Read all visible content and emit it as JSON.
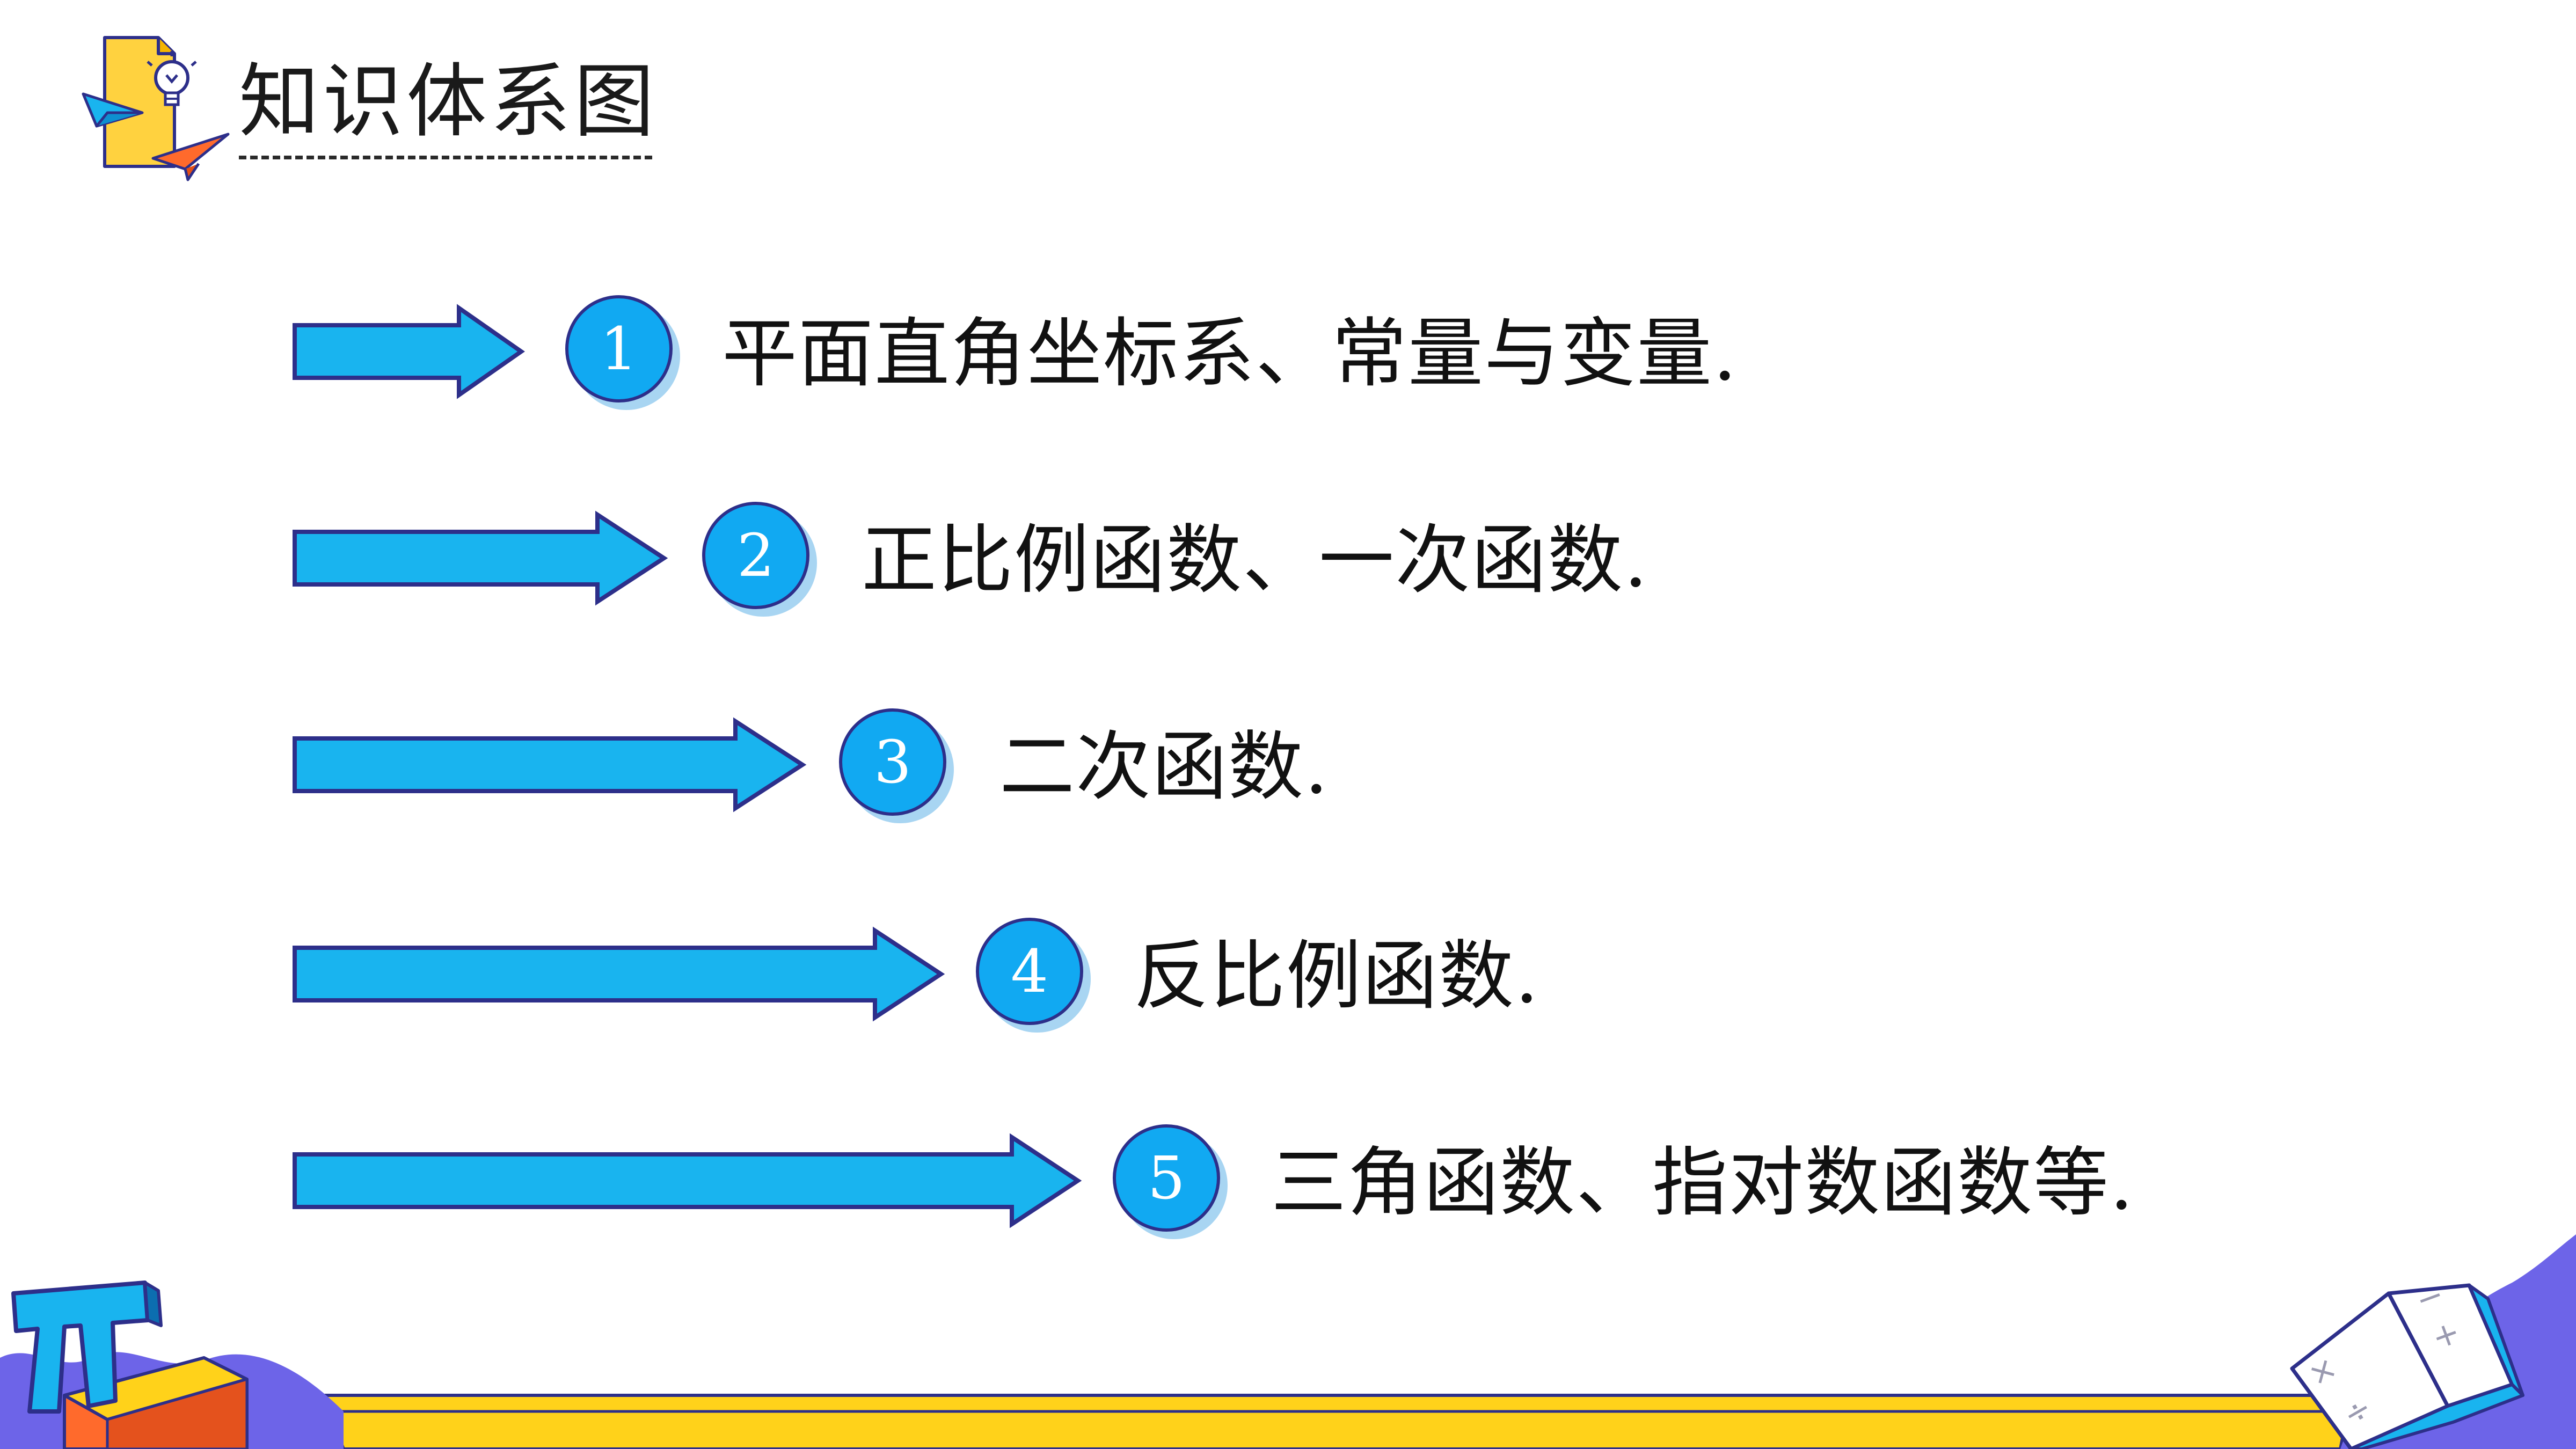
{
  "header": {
    "title": "知识体系图"
  },
  "items": [
    {
      "number": "1",
      "text": "平面直角坐标系、常量与变量."
    },
    {
      "number": "2",
      "text": "正比例函数、一次函数."
    },
    {
      "number": "3",
      "text": "二次函数."
    },
    {
      "number": "4",
      "text": "反比例函数."
    },
    {
      "number": "5",
      "text": "三角函数、指对数函数等."
    }
  ],
  "footer": {
    "pi_symbol": "π",
    "book_symbols": [
      "×",
      "÷",
      "+",
      "−"
    ]
  },
  "colors": {
    "arrow_fill": "#19b4ef",
    "arrow_outline": "#2d2f8a",
    "badge_fill": "#11a9f2",
    "badge_shadow": "#a8d5f2",
    "footer_yellow": "#ffd21a",
    "footer_purple": "#6d64e8",
    "footer_orange": "#ff6a2c",
    "header_note_yellow": "#ffd23f",
    "plane_blue": "#19b4ef",
    "plane_orange": "#ff6a2c"
  }
}
